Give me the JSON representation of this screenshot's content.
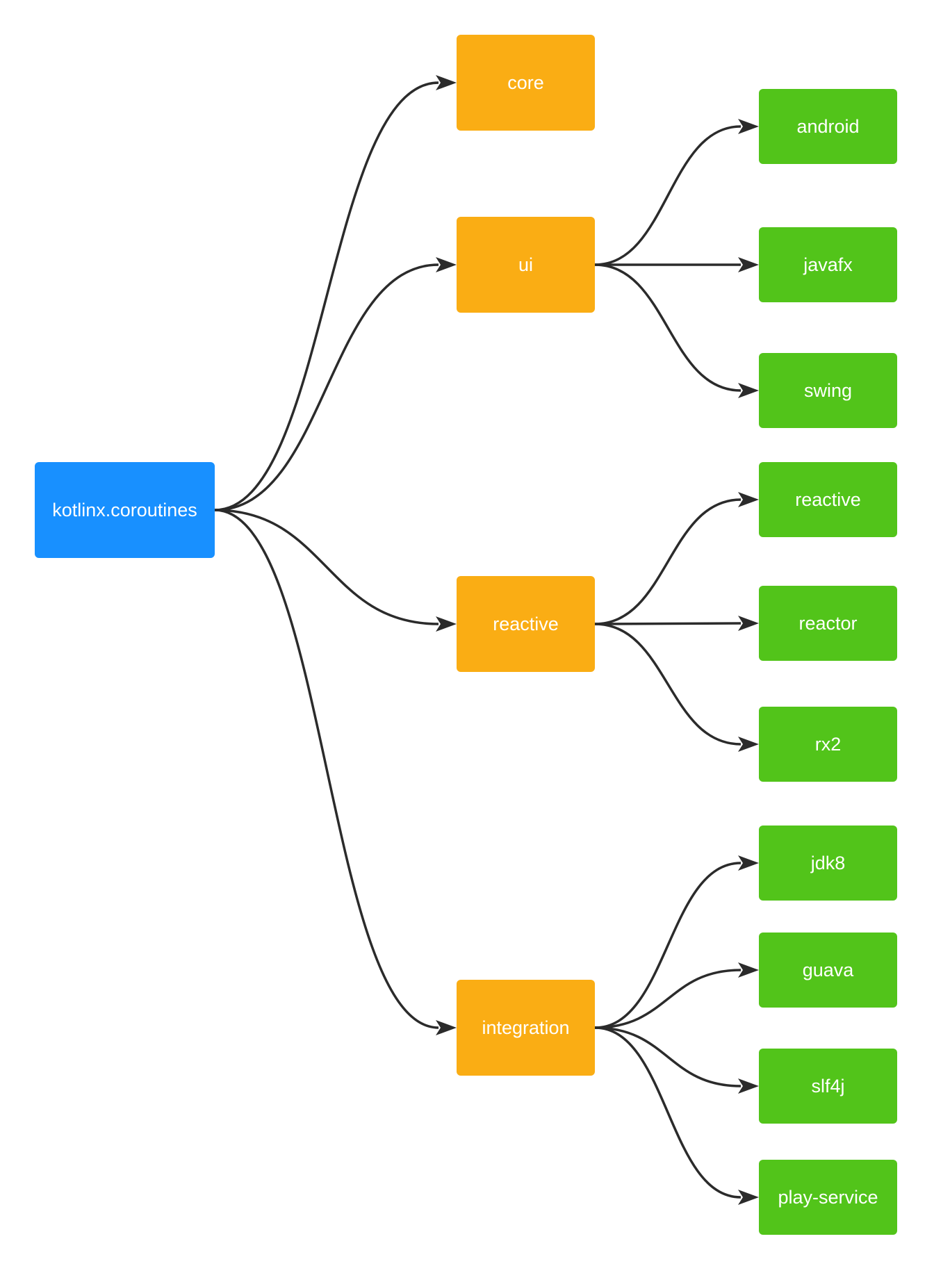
{
  "colors": {
    "root": "#1890ff",
    "mid": "#faad14",
    "leaf": "#52c41a",
    "edge": "#2b2b2b"
  },
  "nodes": {
    "root": "kotlinx.coroutines",
    "core": "core",
    "ui": "ui",
    "reactive": "reactive",
    "integration": "integration",
    "android": "android",
    "javafx": "javafx",
    "swing": "swing",
    "reactive_leaf": "reactive",
    "reactor": "reactor",
    "rx2": "rx2",
    "jdk8": "jdk8",
    "guava": "guava",
    "slf4j": "slf4j",
    "play_service": "play-service"
  },
  "edges": [
    [
      "root",
      "core"
    ],
    [
      "root",
      "ui"
    ],
    [
      "root",
      "reactive"
    ],
    [
      "root",
      "integration"
    ],
    [
      "ui",
      "android"
    ],
    [
      "ui",
      "javafx"
    ],
    [
      "ui",
      "swing"
    ],
    [
      "reactive",
      "reactive_leaf"
    ],
    [
      "reactive",
      "reactor"
    ],
    [
      "reactive",
      "rx2"
    ],
    [
      "integration",
      "jdk8"
    ],
    [
      "integration",
      "guava"
    ],
    [
      "integration",
      "slf4j"
    ],
    [
      "integration",
      "play_service"
    ]
  ]
}
